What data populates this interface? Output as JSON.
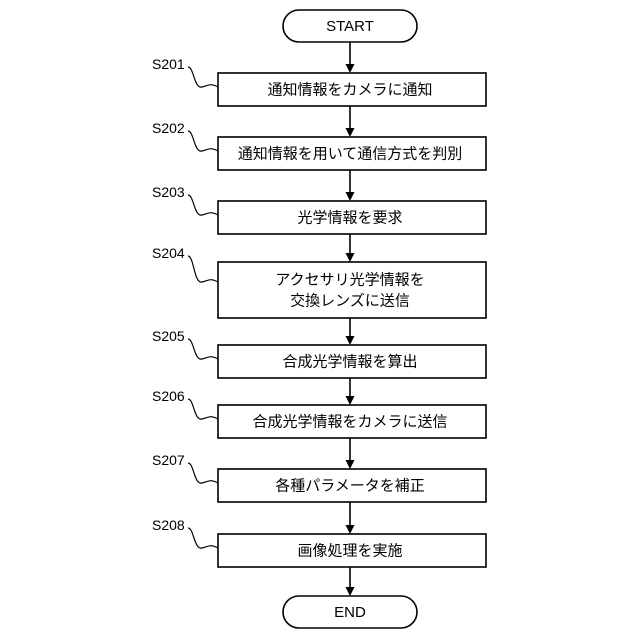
{
  "flowchart": {
    "start_label": "START",
    "end_label": "END",
    "steps": [
      {
        "id": "S201",
        "lines": [
          "通知情報をカメラに通知"
        ]
      },
      {
        "id": "S202",
        "lines": [
          "通知情報を用いて通信方式を判別"
        ]
      },
      {
        "id": "S203",
        "lines": [
          "光学情報を要求"
        ]
      },
      {
        "id": "S204",
        "lines": [
          "アクセサリ光学情報を",
          "交換レンズに送信"
        ]
      },
      {
        "id": "S205",
        "lines": [
          "合成光学情報を算出"
        ]
      },
      {
        "id": "S206",
        "lines": [
          "合成光学情報をカメラに送信"
        ]
      },
      {
        "id": "S207",
        "lines": [
          "各種パラメータを補正"
        ]
      },
      {
        "id": "S208",
        "lines": [
          "画像処理を実施"
        ]
      }
    ]
  }
}
